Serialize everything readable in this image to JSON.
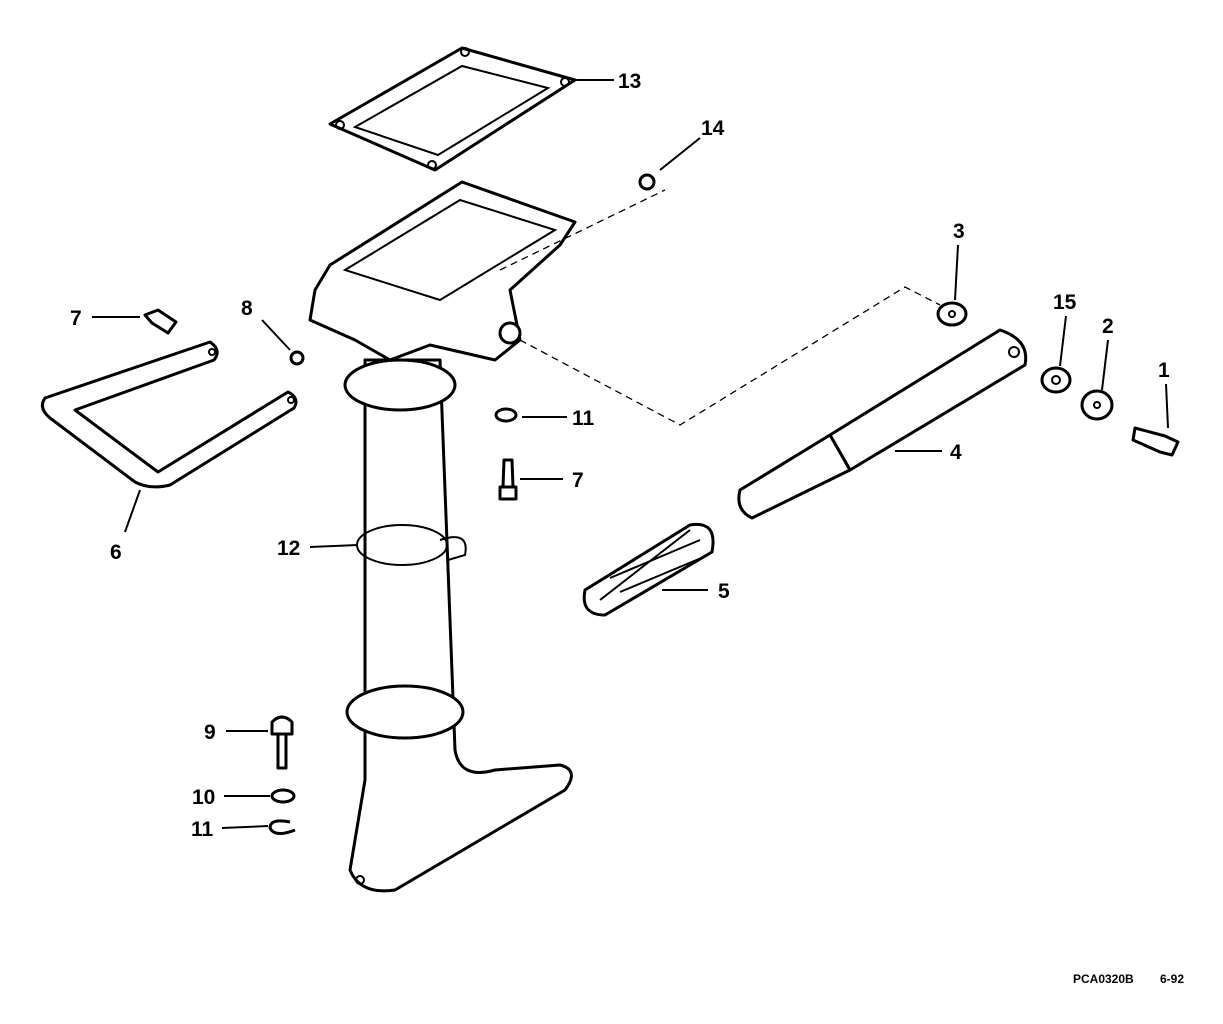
{
  "diagram": {
    "callouts": [
      "13",
      "14",
      "3",
      "15",
      "2",
      "1",
      "4",
      "5",
      "7",
      "8",
      "11",
      "7",
      "6",
      "12",
      "9",
      "10",
      "11"
    ],
    "parts": [
      "gasket",
      "nut",
      "washer",
      "spacer",
      "washer",
      "bolt",
      "tiller-arm",
      "grip",
      "screw",
      "nut",
      "washer",
      "screw",
      "handle",
      "drive-shaft-housing",
      "bolt",
      "washer",
      "retaining-ring"
    ]
  },
  "footer": {
    "code": "PCA0320B",
    "date": "6-92"
  }
}
